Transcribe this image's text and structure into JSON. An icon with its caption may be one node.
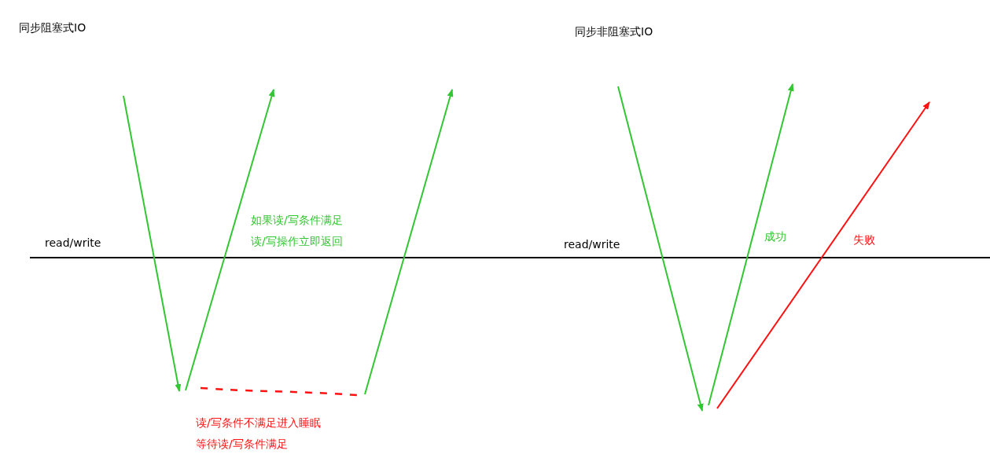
{
  "diagram": {
    "labels": [
      "同步阻塞式IO",
      "同步非阻塞式IO",
      "如果读/写条件满足",
      "read/write",
      "读/写操作立即返回",
      "read/write",
      "成功",
      "失败",
      "读/写条件不满足进入睡眠",
      "等待读/写条件满足"
    ]
  }
}
